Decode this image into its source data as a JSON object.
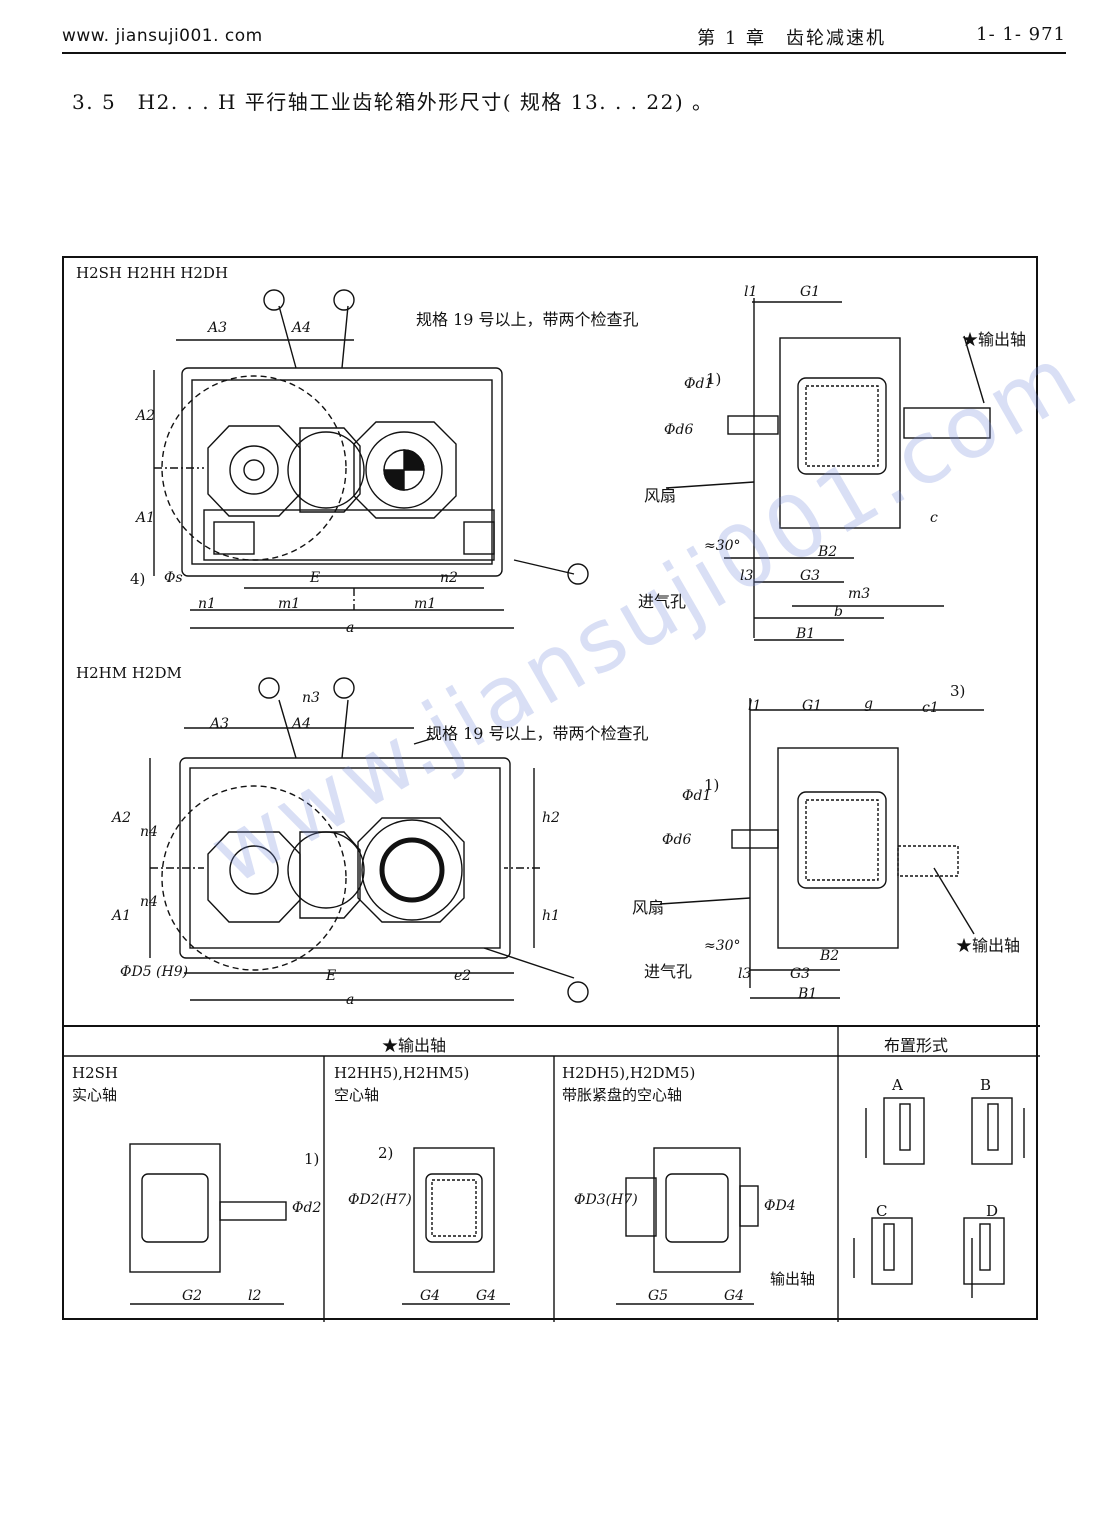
{
  "header": {
    "site": "www. jiansuji001. com",
    "chapter": "第 1 章　齿轮减速机",
    "page": "1- 1- 971"
  },
  "title": "3. 5　H2. . . H 平行轴工业齿轮箱外形尺寸( 规格 13. . . 22) 。",
  "top_diagram": {
    "models": "H2SH  H2HH  H2DH",
    "note": "规格 19 号以上，带两个检查孔",
    "output_shaft": "★输出轴",
    "fan": "风扇",
    "air_inlet": "进气孔",
    "angle": "≈30°",
    "footnote_1": "1)",
    "footnote_4": "4)",
    "dims": {
      "A3": "A3",
      "A4": "A4",
      "A2": "A2",
      "A1": "A1",
      "s": "Φs",
      "n1": "n1",
      "E": "E",
      "n2": "n2",
      "m1a": "m1",
      "m1b": "m1",
      "a": "a",
      "l1": "l1",
      "G1": "G1",
      "d1": "Φd1",
      "d6": "Φd6",
      "c": "c",
      "B2": "B2",
      "l3": "l3",
      "G3": "G3",
      "m3": "m3",
      "b": "b",
      "B1": "B1"
    }
  },
  "mid_diagram": {
    "models": "H2HM  H2DM",
    "note": "规格 19 号以上，带两个检查孔",
    "output_shaft": "★输出轴",
    "fan": "风扇",
    "air_inlet": "进气孔",
    "angle": "≈30°",
    "footnote_1": "1)",
    "footnote_3": "3)",
    "dims": {
      "n3": "n3",
      "A3": "A3",
      "A4": "A4",
      "A2": "A2",
      "A1": "A1",
      "n4a": "n4",
      "n4b": "n4",
      "h2": "h2",
      "h1": "h1",
      "D5": "ΦD5 (H9)",
      "E": "E",
      "e2": "e2",
      "a": "a",
      "l1": "l1",
      "G1": "G1",
      "g": "g",
      "c1": "c1",
      "d1": "Φd1",
      "d6": "Φd6",
      "B2": "B2",
      "l3": "l3",
      "G3": "G3",
      "B1": "B1"
    }
  },
  "table": {
    "header_output": "★输出轴",
    "header_layout": "布置形式",
    "col1": {
      "model": "H2SH",
      "type": "实心轴",
      "fn": "1)",
      "d2": "Φd2",
      "G2": "G2",
      "l2": "l2"
    },
    "col2": {
      "model": "H2HH5),H2HM5)",
      "type": "空心轴",
      "fn": "2)",
      "D2": "ΦD2(H7)",
      "G4a": "G4",
      "G4b": "G4"
    },
    "col3": {
      "model": "H2DH5),H2DM5)",
      "type": "带胀紧盘的空心轴",
      "D3": "ΦD3(H7)",
      "D4": "ΦD4",
      "out": "输出轴",
      "G5": "G5",
      "G4": "G4"
    },
    "layout": {
      "A": "A",
      "B": "B",
      "C": "C",
      "D": "D"
    }
  },
  "watermark": "www.jiansuji001.com"
}
